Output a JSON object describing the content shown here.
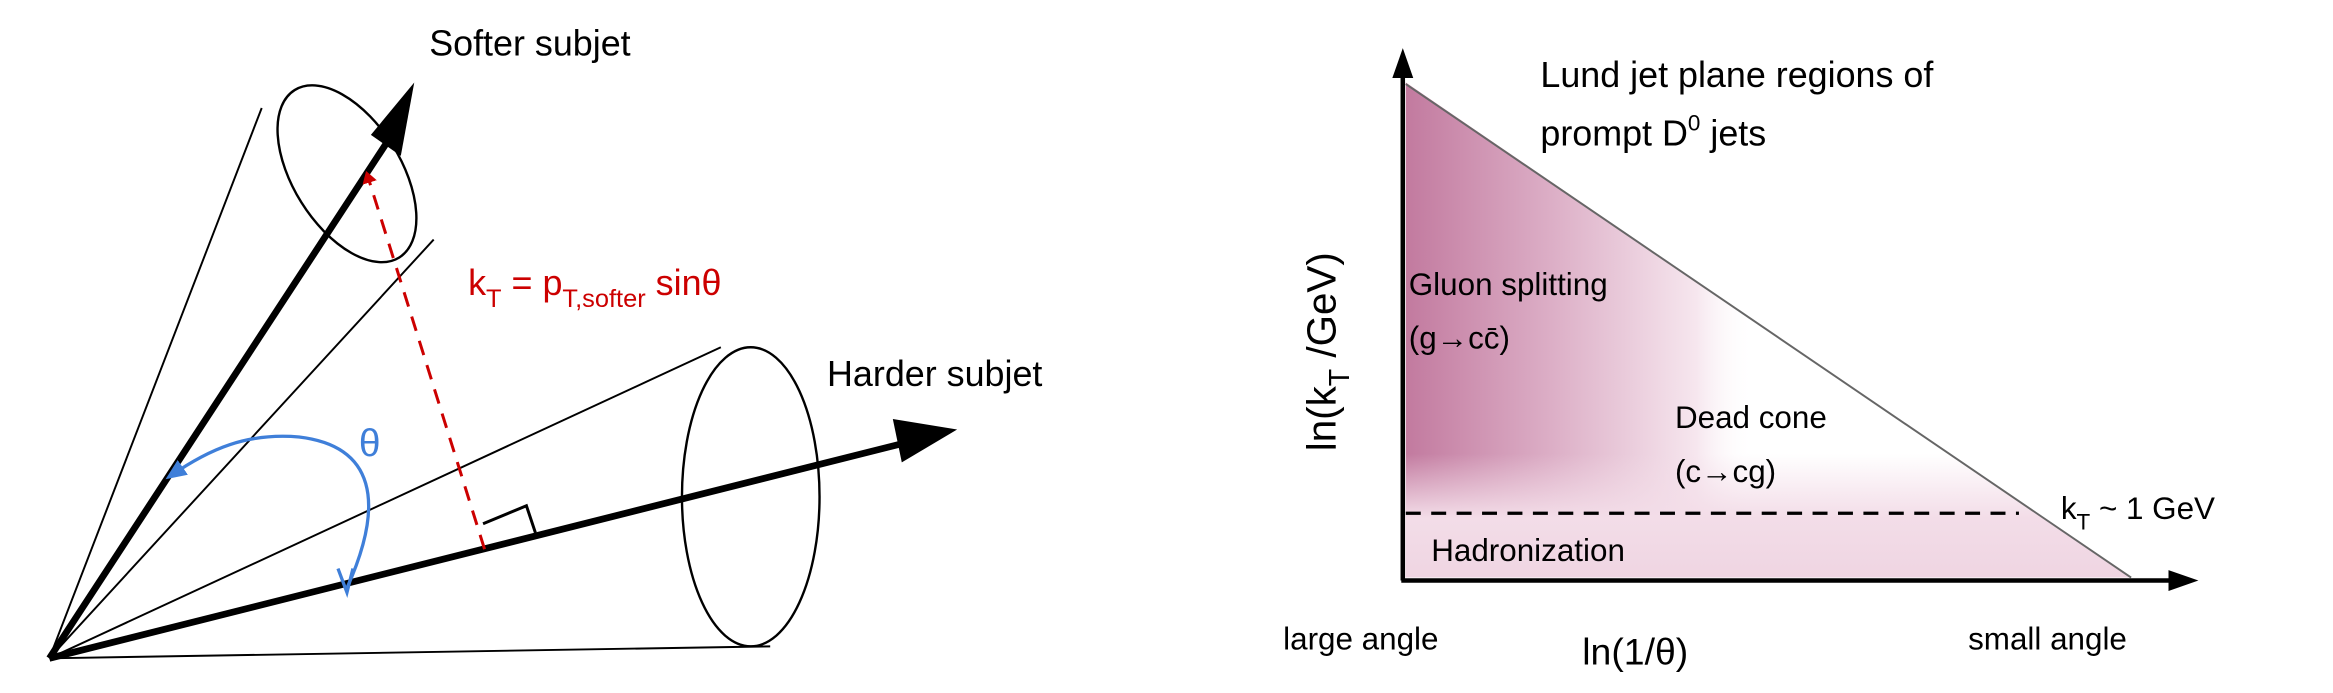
{
  "left_panel": {
    "softer_label": "Softer subjet",
    "harder_label": "Harder subjet",
    "theta_label": "θ",
    "kt_formula": {
      "k": "k",
      "k_sub": "T",
      "eq": " = p",
      "p_sub": "T,softer",
      "rest": " sinθ"
    },
    "colors": {
      "formula": "#cc0000",
      "theta": "#3f7fd9"
    }
  },
  "right_panel": {
    "title_line1": "Lund jet plane regions of",
    "title_line2_pre": "prompt D",
    "title_line2_sup": "0",
    "title_line2_post": " jets",
    "y_axis": {
      "pre": "ln(k",
      "sub": "T",
      "post": " /GeV)"
    },
    "x_axis_label": "ln(1/θ)",
    "x_left_label": "large angle",
    "x_right_label": "small angle",
    "regions": {
      "gluon_line1": "Gluon splitting",
      "gluon_line2": "(g→cc̄)",
      "dead_line1": "Dead cone",
      "dead_line2": "(c→cg)",
      "hadronization": "Hadronization"
    },
    "threshold": {
      "k": "k",
      "sub": "T",
      "rest": " ~ 1 GeV"
    },
    "colors": {
      "fill_dark": "#c27a9f",
      "fill_light": "#f3dde8"
    }
  }
}
